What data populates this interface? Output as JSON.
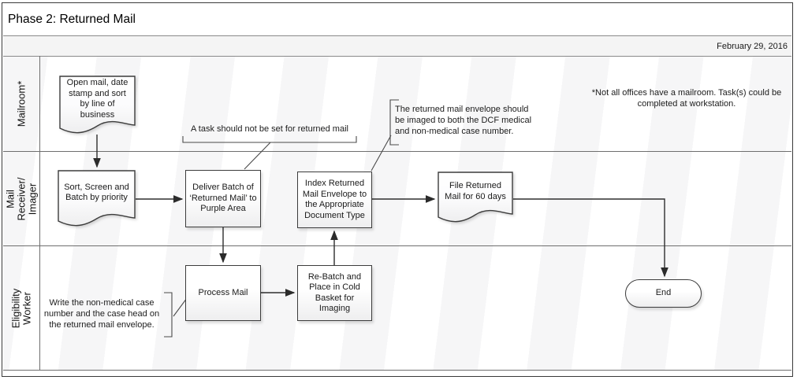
{
  "title": "Phase 2: Returned Mail",
  "date": "February 29, 2016",
  "lanes": [
    {
      "label": "Mailroom*"
    },
    {
      "label": "Mail Receiver/ Imager"
    },
    {
      "label": "Eligibility Worker"
    }
  ],
  "nodes": [
    {
      "id": "open-mail",
      "type": "document",
      "text": "Open mail, date stamp and sort by line of business"
    },
    {
      "id": "sort-screen-batch",
      "type": "document",
      "text": "Sort, Screen and Batch by priority"
    },
    {
      "id": "deliver-batch",
      "type": "process",
      "text": "Deliver Batch of ‘Returned Mail’ to Purple Area"
    },
    {
      "id": "index-envelope",
      "type": "process",
      "text": "Index Returned Mail Envelope to the Appropriate Document Type"
    },
    {
      "id": "file-returned-mail",
      "type": "document",
      "text": "File Returned Mail for 60 days"
    },
    {
      "id": "process-mail",
      "type": "process",
      "text": "Process Mail"
    },
    {
      "id": "rebatch-cold-basket",
      "type": "process",
      "text": "Re-Batch and Place in Cold Basket for Imaging"
    },
    {
      "id": "end",
      "type": "terminator",
      "text": "End"
    }
  ],
  "annotations": [
    {
      "id": "task-note",
      "text": "A task should not be set for returned mail"
    },
    {
      "id": "imaging-note",
      "text": "The returned mail envelope should be imaged to both the DCF medical and non-medical case number."
    },
    {
      "id": "write-note",
      "text": "Write the non-medical case number and the case head on the returned mail envelope."
    },
    {
      "id": "mailroom-note",
      "text": "*Not all offices have a mailroom.  Task(s) could be completed at workstation."
    }
  ],
  "colors": {
    "line": "#2e2e2e",
    "band_bg": "#f4f4f4",
    "shape_border": "#3c3c3c"
  }
}
